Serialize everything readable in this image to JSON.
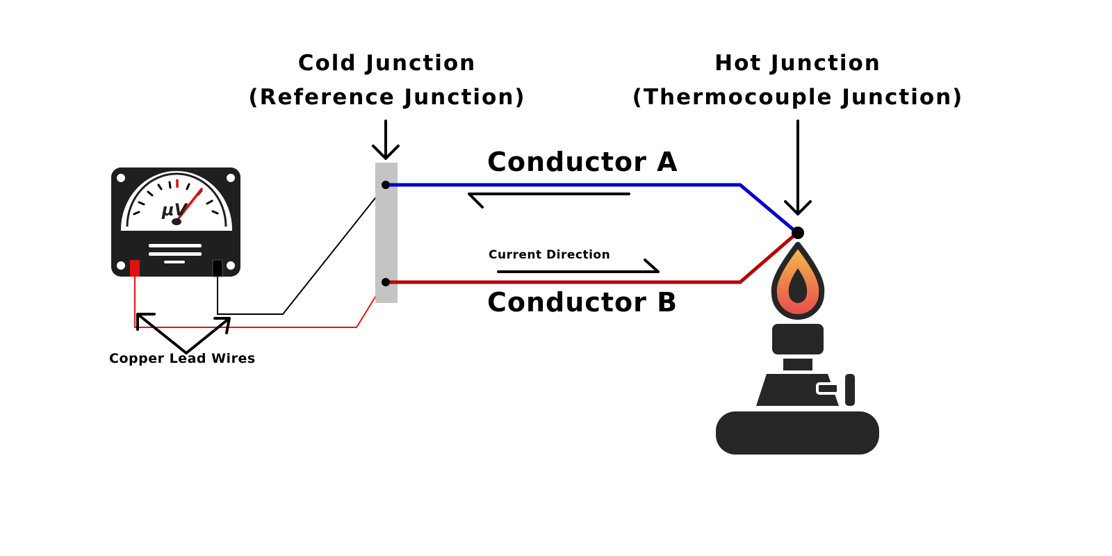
{
  "cold_junction": {
    "title": "Cold Junction",
    "subtitle": "(Reference Junction)"
  },
  "hot_junction": {
    "title": "Hot Junction",
    "subtitle": "(Thermocouple Junction)"
  },
  "conductor_a": {
    "label": "Conductor A",
    "color": "#0000cc"
  },
  "conductor_b": {
    "label": "Conductor B",
    "color": "#bb0000"
  },
  "current": {
    "label": "Current Direction"
  },
  "meter": {
    "unit": "µV"
  },
  "lead_wires": {
    "label": "Copper Lead Wires",
    "positive_color": "#ee1111",
    "negative_color": "#000000"
  },
  "colors": {
    "reference_block": "#c4c4c4",
    "burner": "#262626",
    "flame_outer": "#f4a93a",
    "flame_inner": "#e8484f"
  }
}
